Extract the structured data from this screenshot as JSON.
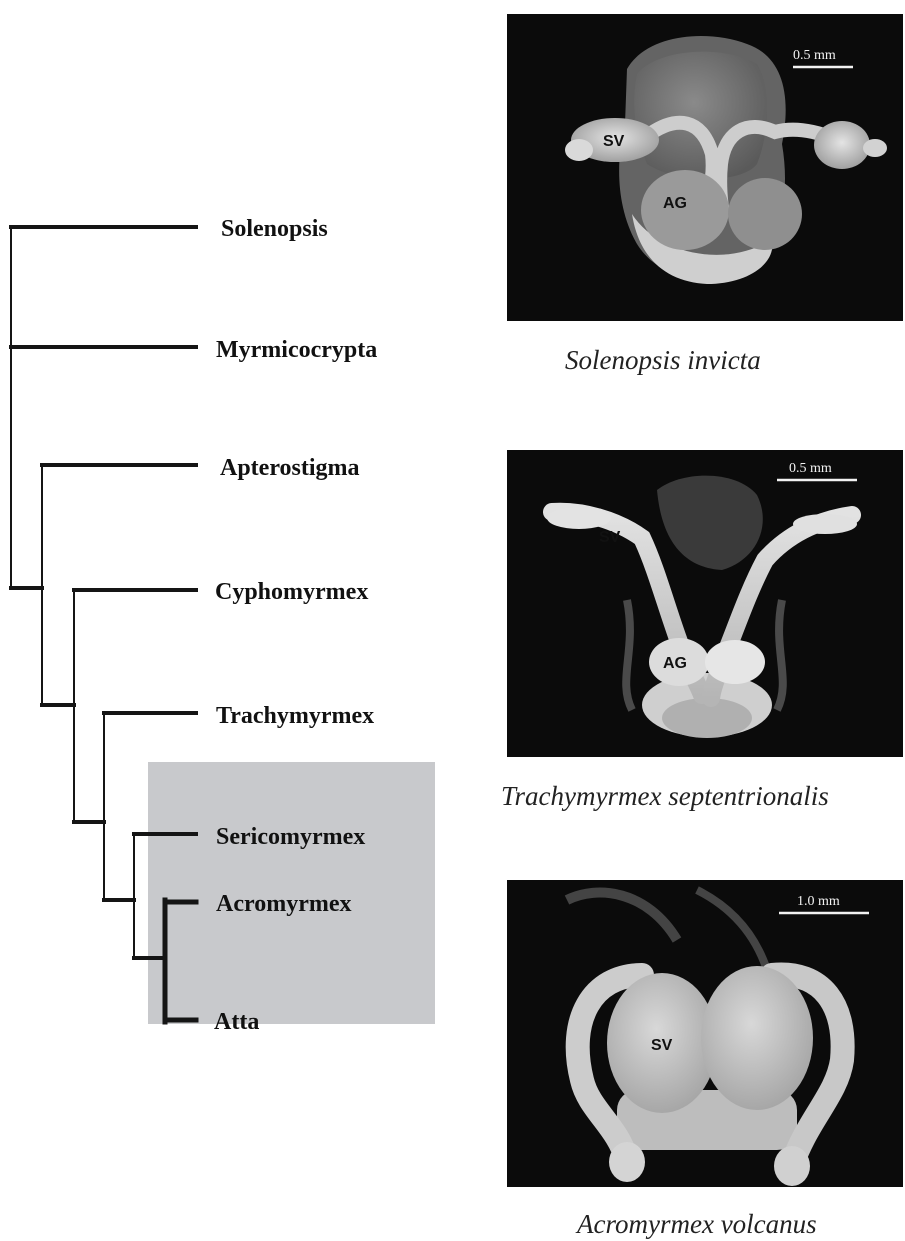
{
  "tree": {
    "taxa": [
      "Solenopsis",
      "Myrmicocrypta",
      "Apterostigma",
      "Cyphomyrmex",
      "Trachymyrmex",
      "Sericomyrmex",
      "Acromyrmex",
      "Atta"
    ]
  },
  "panels": [
    {
      "caption": "Solenopsis invicta",
      "scale": "0.5 mm",
      "labels": [
        "SV",
        "AG"
      ]
    },
    {
      "caption": "Trachymyrmex septentrionalis",
      "scale": "0.5 mm",
      "labels": [
        "SV",
        "AG"
      ]
    },
    {
      "caption": "Acromyrmex volcanus",
      "scale": "1.0 mm",
      "labels": [
        "SV"
      ]
    }
  ],
  "colors": {
    "highlight": "#c8c9cc",
    "photo_background": "#0b0b0b",
    "tissue": "#d6d6d6"
  }
}
